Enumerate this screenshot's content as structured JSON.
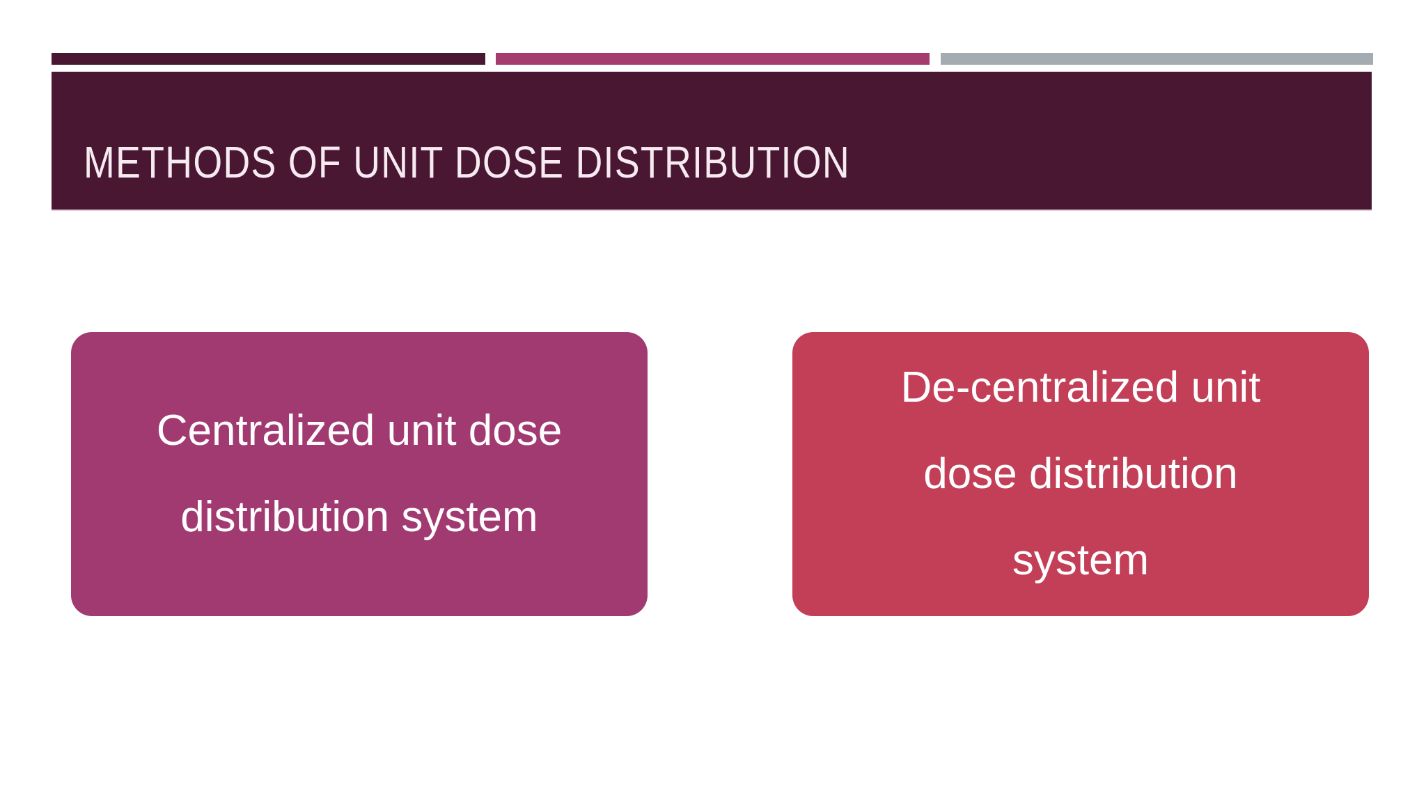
{
  "slide": {
    "background_color": "#ffffff",
    "accent_bars": [
      {
        "name": "accent-bar-plum",
        "color": "#4a1733"
      },
      {
        "name": "accent-bar-magenta",
        "color": "#a53c6f"
      },
      {
        "name": "accent-bar-gray",
        "color": "#a4abb1"
      }
    ],
    "title": {
      "text": "METHODS OF UNIT DOSE DISTRIBUTION",
      "bar_color": "#4a1733",
      "text_color": "#f7ebf2"
    },
    "boxes": [
      {
        "label": "Centralized unit dose distribution system",
        "bg_color": "#a23a72",
        "text_color": "#ffffff"
      },
      {
        "label": "De-centralized unit dose distribution system",
        "bg_color": "#c33e57",
        "text_color": "#ffffff"
      }
    ]
  }
}
